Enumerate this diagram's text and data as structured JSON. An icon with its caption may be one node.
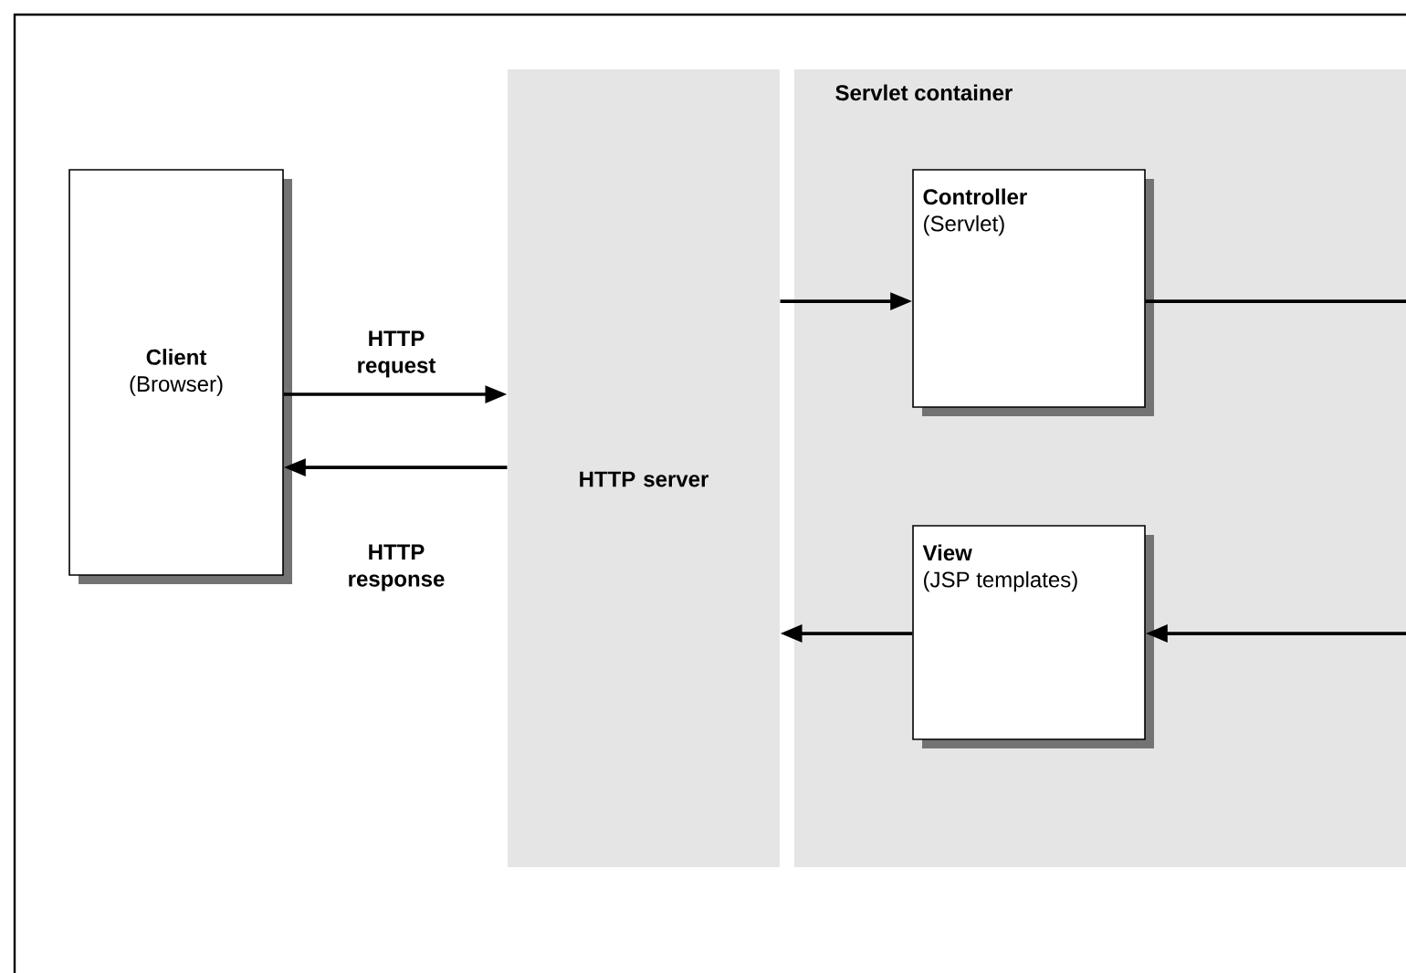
{
  "diagram": {
    "nodes": [
      {
        "text": [
          "Client",
          "(Browser)"
        ]
      },
      {
        "text": [
          "HTTP server"
        ]
      },
      {
        "text": [
          "Servlet container"
        ]
      },
      {
        "text": [
          "Controller",
          "(Servlet)"
        ],
        "in": 2
      },
      {
        "text": [
          "View",
          "(JSP templates)"
        ],
        "in": 2
      }
    ],
    "edges": [
      {
        "from": 0,
        "to": 1,
        "arrow": "to",
        "label": "HTTP request"
      },
      {
        "from": 1,
        "to": 0,
        "arrow": "to",
        "label": "HTTP response"
      },
      {
        "from": 1,
        "to": 3,
        "arrow": "to"
      },
      {
        "from": 3,
        "to": null,
        "arrow": "none"
      },
      {
        "from": null,
        "to": 4,
        "arrow": "to"
      },
      {
        "from": 4,
        "to": 1,
        "arrow": "to"
      }
    ]
  }
}
